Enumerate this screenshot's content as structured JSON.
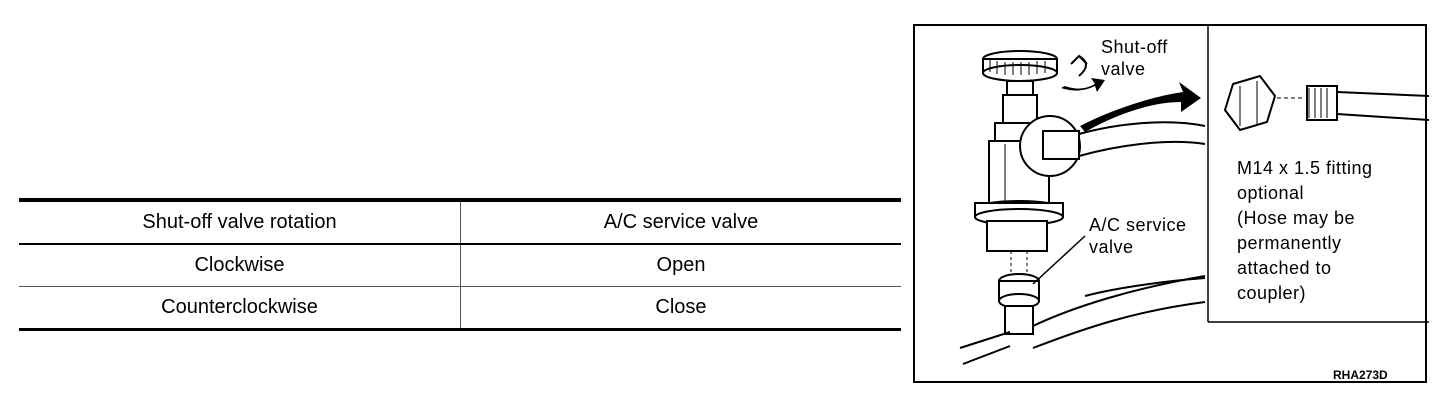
{
  "table": {
    "headers": [
      "Shut-off valve rotation",
      "A/C service valve"
    ],
    "rows": [
      [
        "Clockwise",
        "Open"
      ],
      [
        "Counterclockwise",
        "Close"
      ]
    ]
  },
  "figure": {
    "shutoff_label_line1": "Shut-off",
    "shutoff_label_line2": "valve",
    "acsv_label_line1": "A/C service",
    "acsv_label_line2": "valve",
    "fitting_lines": [
      "M14 x 1.5 fitting",
      "optional",
      "(Hose may be",
      "permanently",
      "attached to",
      "coupler)"
    ],
    "code": "RHA273D"
  }
}
